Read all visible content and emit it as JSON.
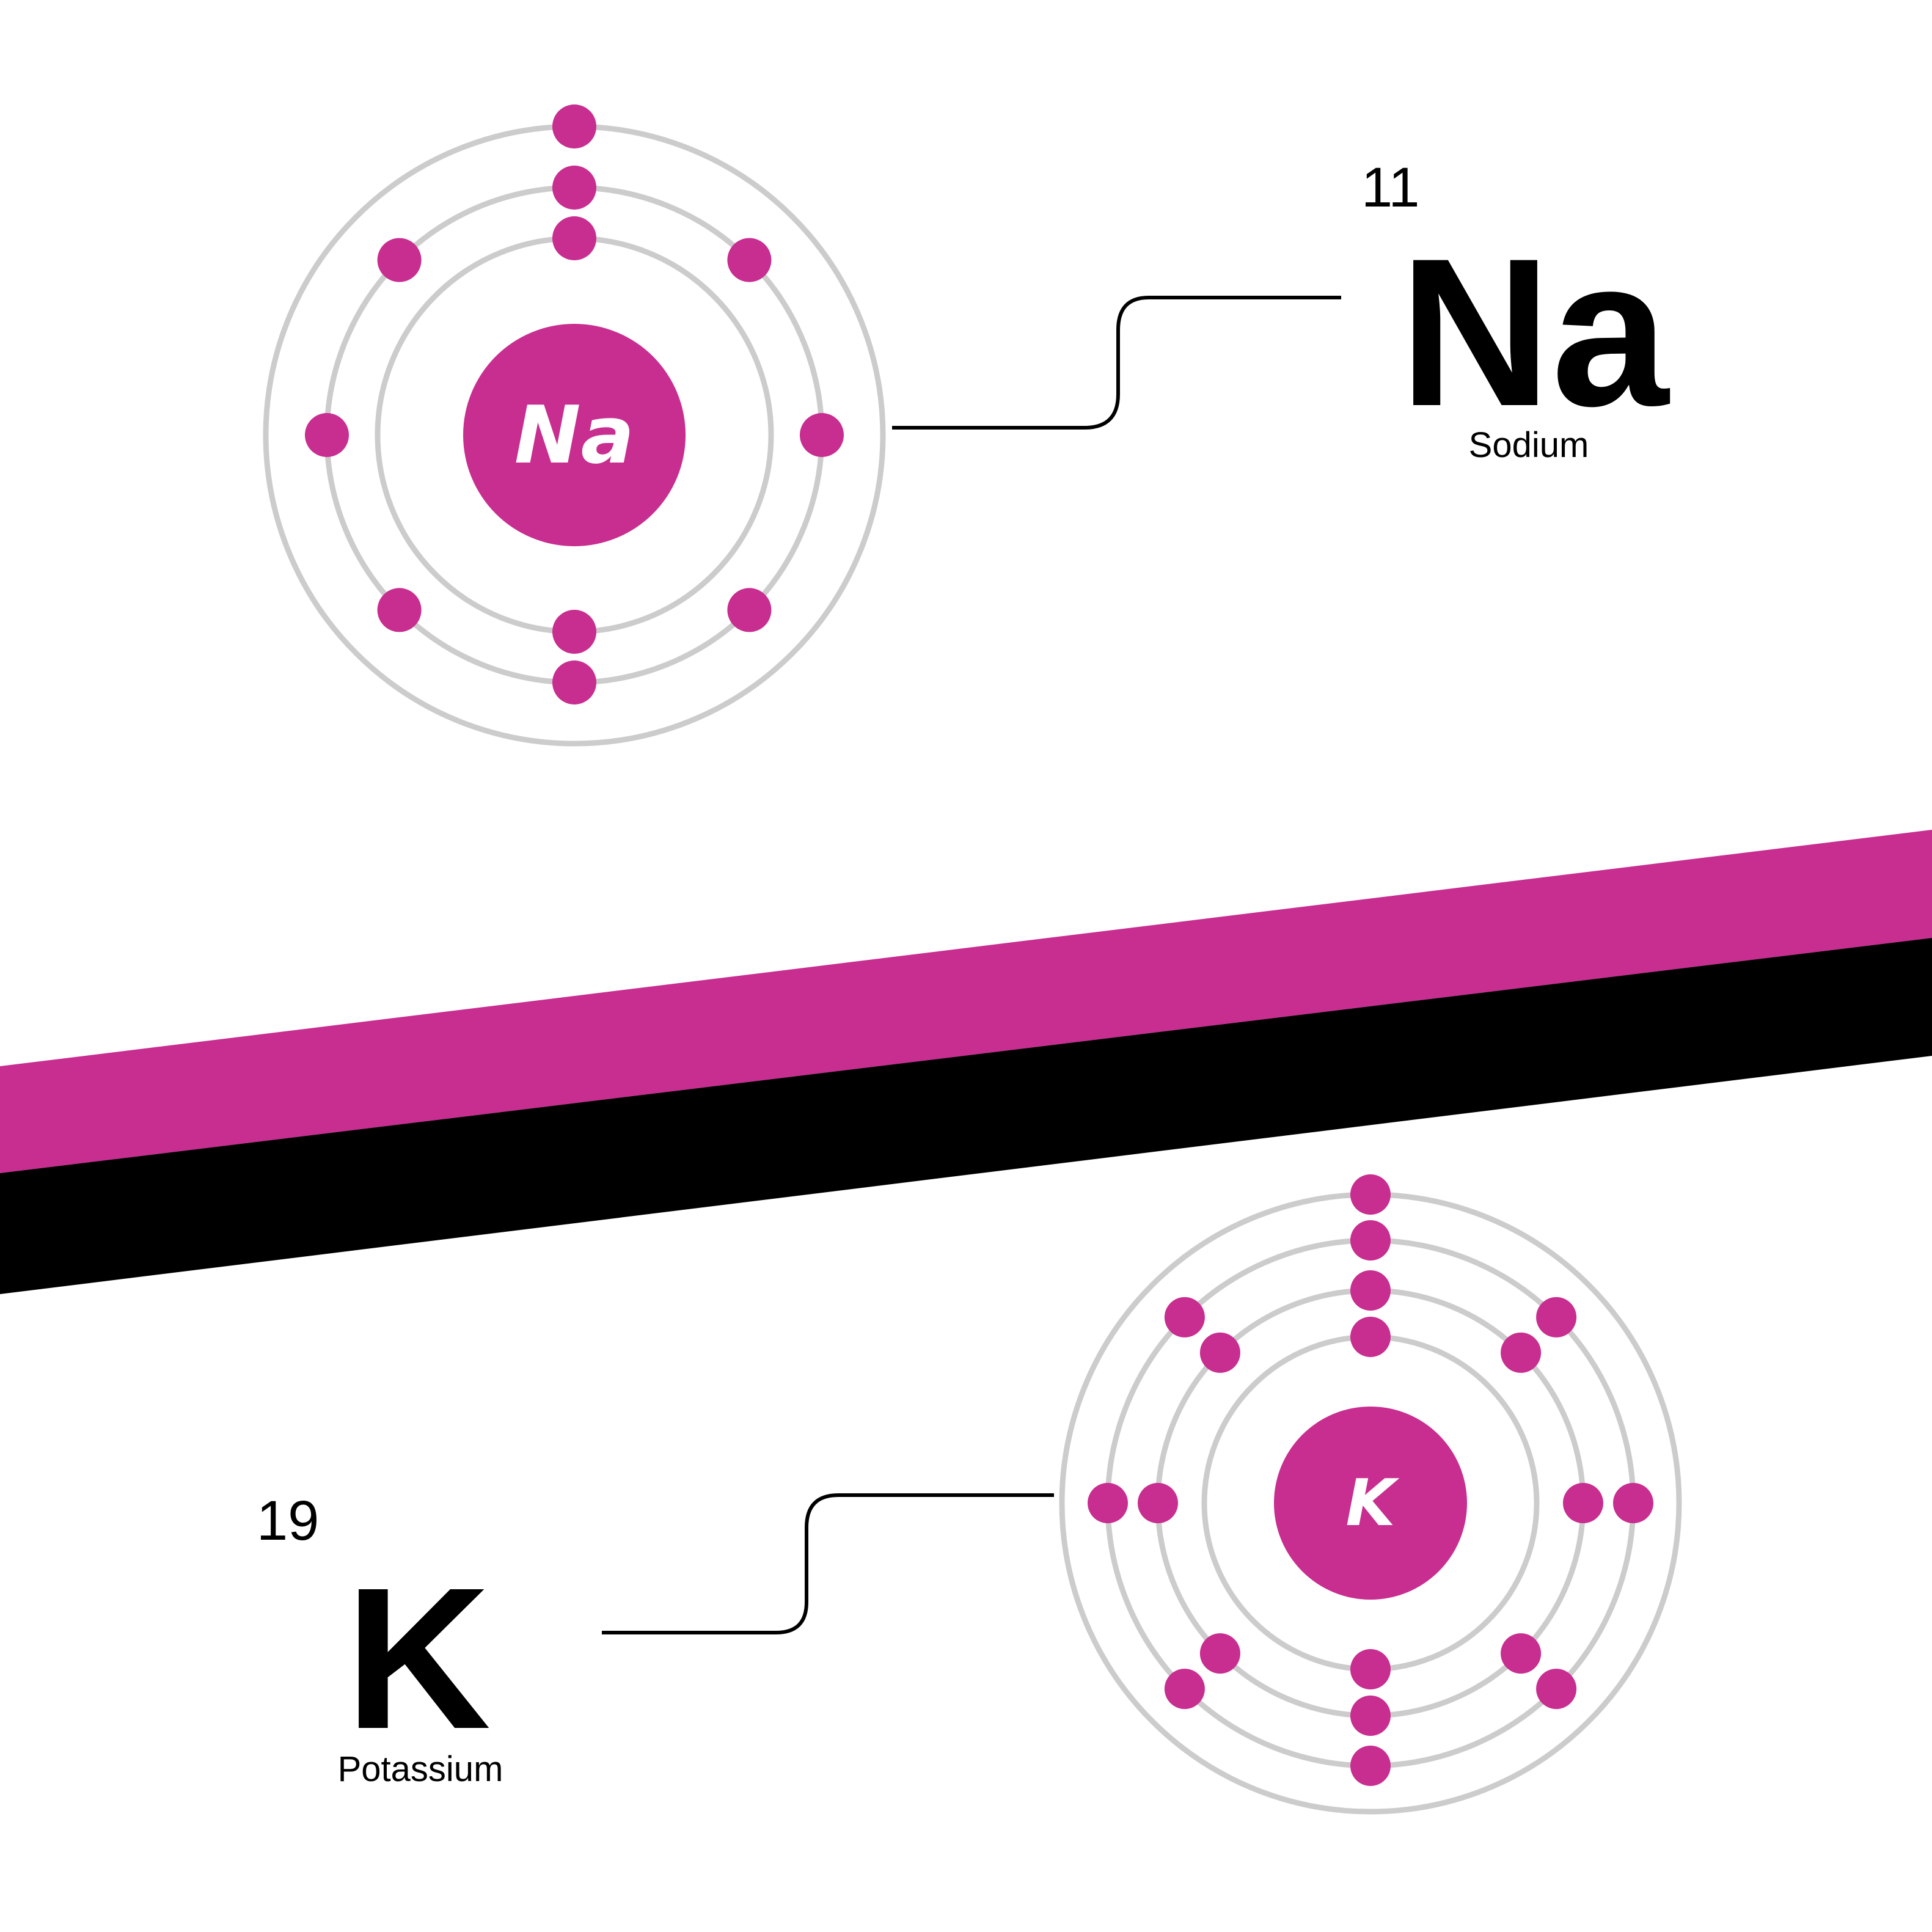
{
  "colors": {
    "accent": "#c82d90",
    "band_dark": "#000000",
    "orbit": "#cccccc",
    "text": "#000000",
    "background": "#ffffff"
  },
  "sodium": {
    "nucleus_label": "Na",
    "atomic_number": "11",
    "symbol": "Na",
    "name": "Sodium",
    "shells": [
      2,
      8,
      1
    ]
  },
  "potassium": {
    "nucleus_label": "K",
    "atomic_number": "19",
    "symbol": "K",
    "name": "Potassium",
    "shells": [
      2,
      8,
      8,
      1
    ]
  }
}
